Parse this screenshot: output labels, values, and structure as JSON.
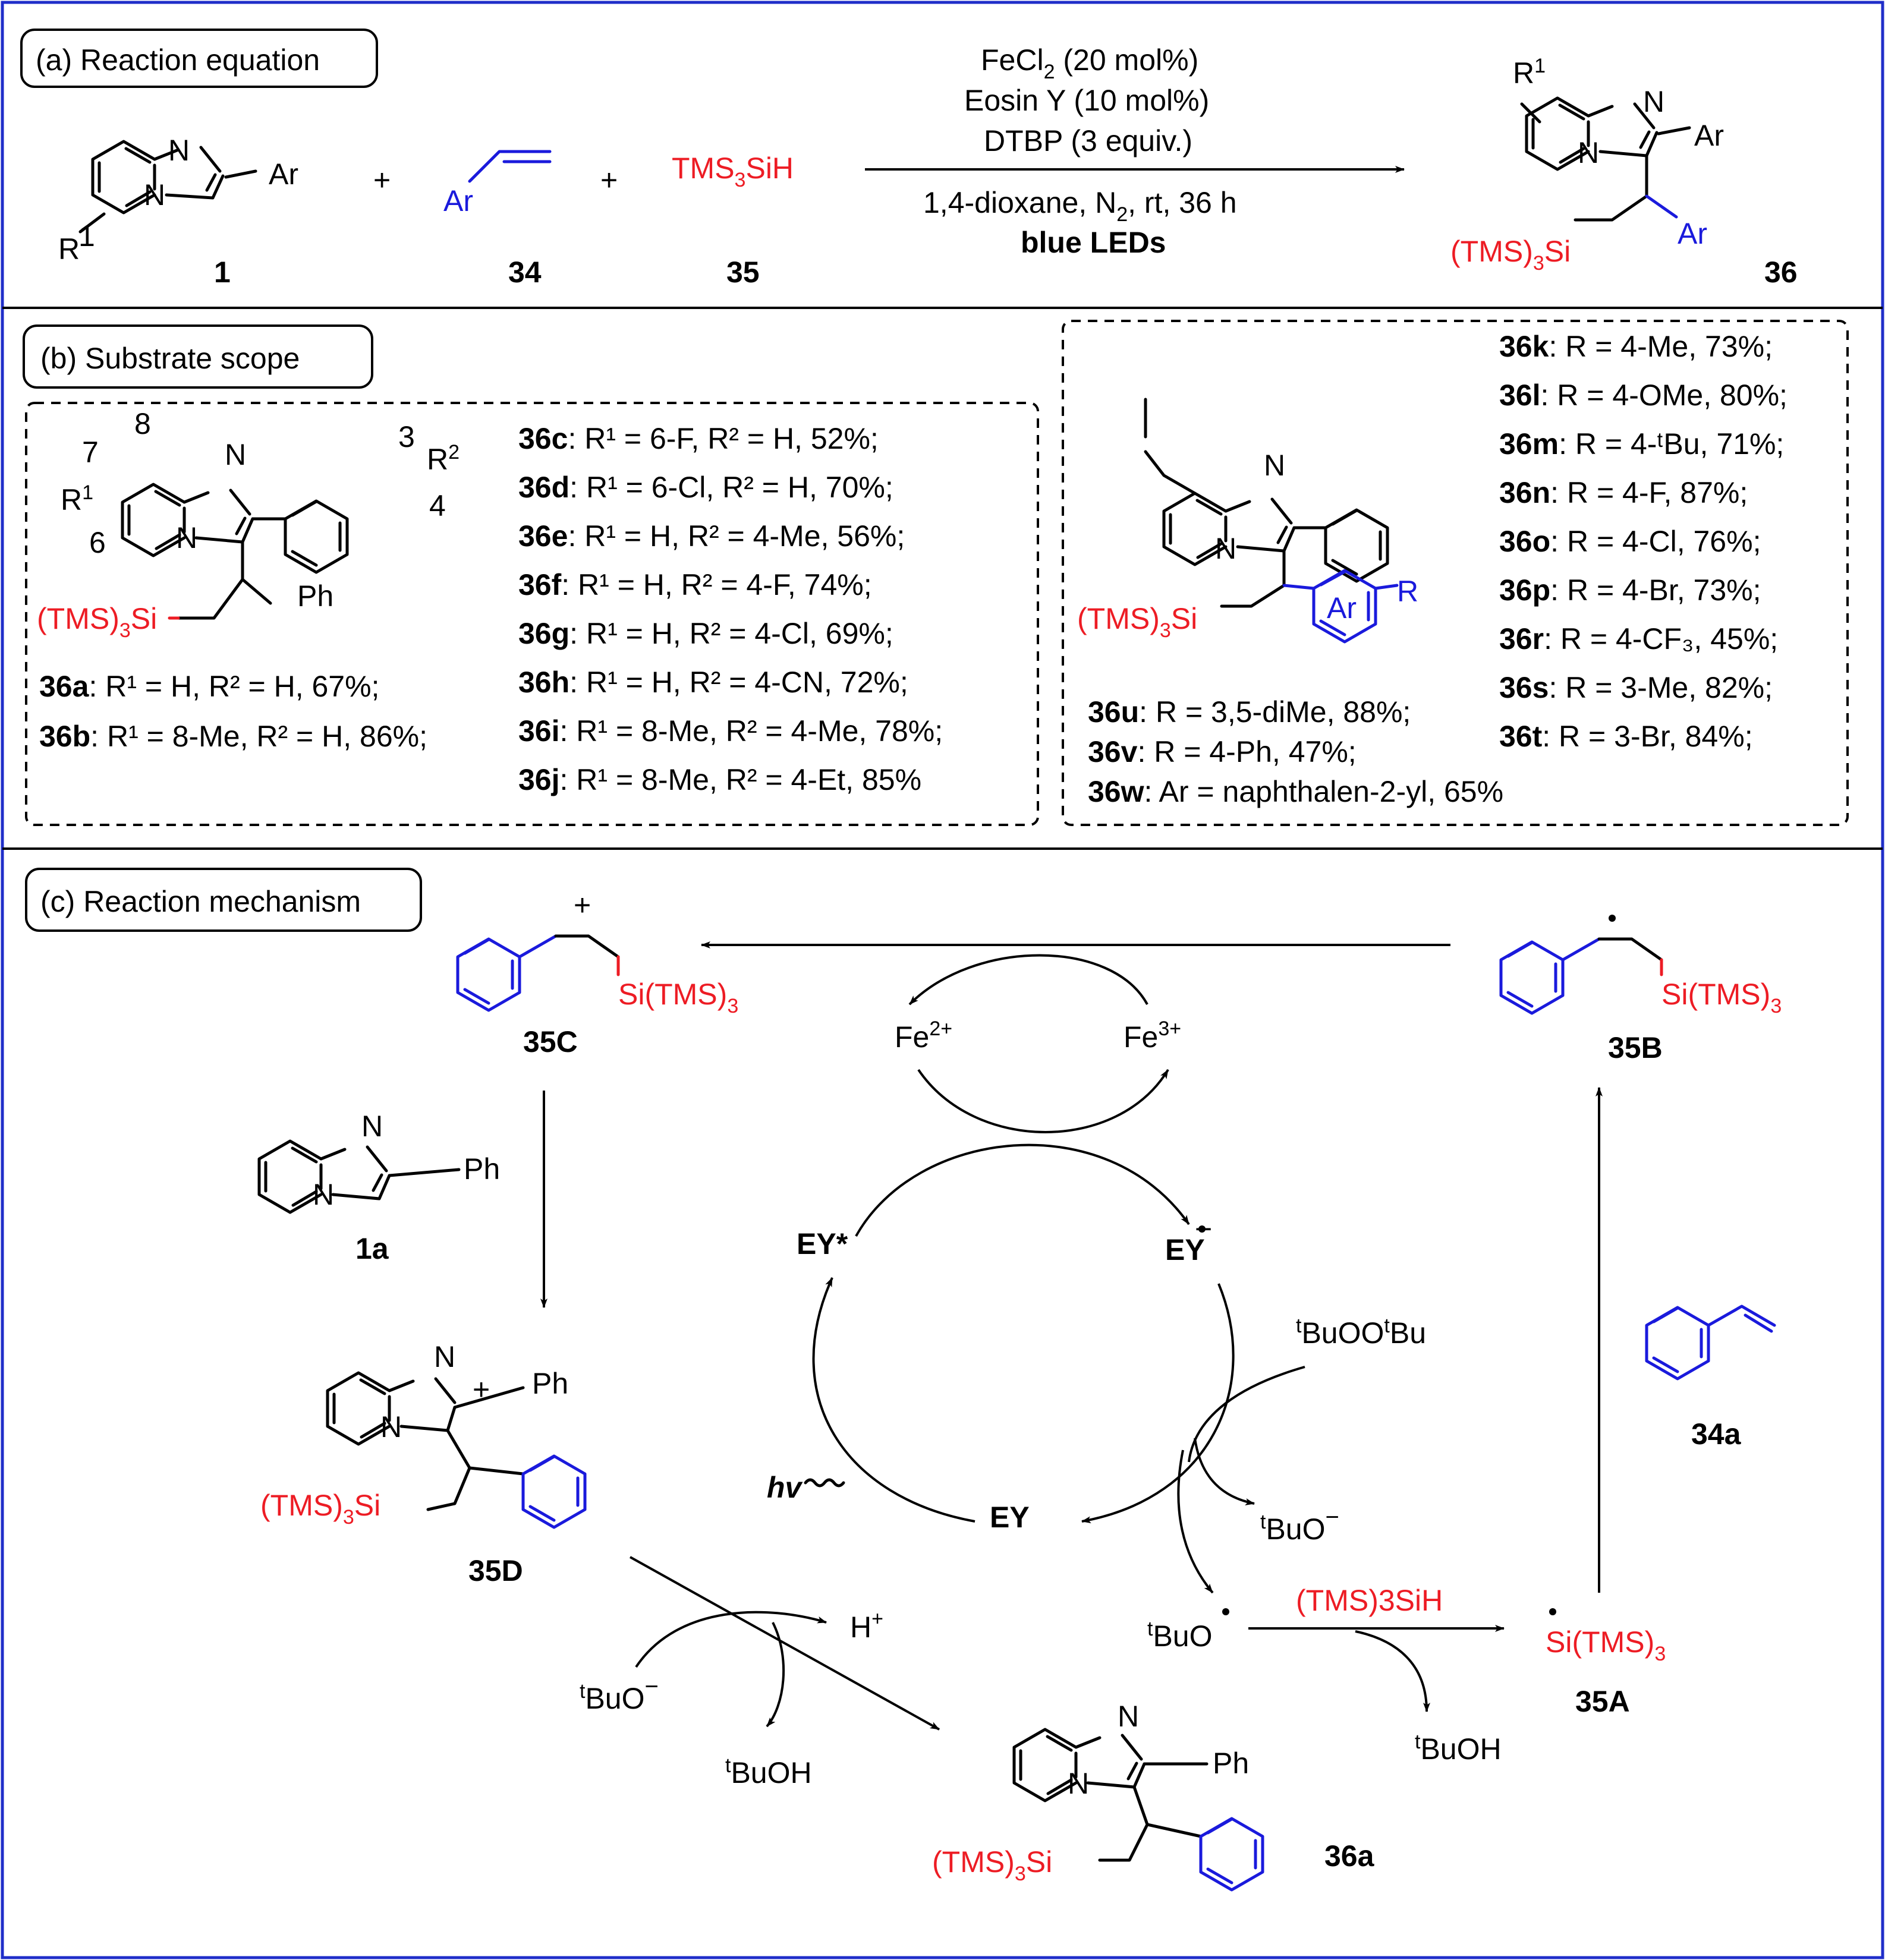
{
  "colors": {
    "frame": "#1f2ec9",
    "red": "#ed1c24",
    "blue": "#1a1adc"
  },
  "sections": {
    "a": "(a) Reaction equation",
    "b": "(b) Substrate scope",
    "c": "(c) Reaction mechanism"
  },
  "equation": {
    "c1": "1",
    "c34": "34",
    "c35": "35",
    "c36": "36",
    "ar": "Ar",
    "r1": "R",
    "sup1": "1",
    "n": "N",
    "plus": "+",
    "reagent35": "TMS3SiH",
    "reagent35_main": "TMS",
    "reagent35_sub": "3",
    "reagent35_end": "SiH",
    "cond1_a": "FeCl",
    "cond1_b": "2",
    "cond1_c": " (20 mol%)",
    "cond2": "Eosin Y (10 mol%)",
    "cond3": "DTBP (3 equiv.)",
    "cond4_a": "1,4-dioxane, N",
    "cond4_b": "2",
    "cond4_c": ", rt, 36 h",
    "cond5": "blue LEDs",
    "silyl_a": "(TMS)",
    "silyl_b": "3",
    "silyl_c": "Si"
  },
  "scope_left": {
    "pos7": "7",
    "pos8": "8",
    "pos3": "3",
    "pos4": "4",
    "pos6": "6",
    "r1": "R",
    "r2": "R",
    "sup1": "1",
    "sup2": "2",
    "n": "N",
    "ph": "Ph",
    "entries": [
      {
        "id": "36a",
        "text": ": R¹ = H, R² = H, 67%;"
      },
      {
        "id": "36b",
        "text": ": R¹ = 8-Me, R² = H, 86%;"
      }
    ],
    "entries_right": [
      {
        "id": "36c",
        "text": ": R¹ = 6-F,  R² = H, 52%;"
      },
      {
        "id": "36d",
        "text": ": R¹ = 6-Cl, R² = H, 70%;"
      },
      {
        "id": "36e",
        "text": ": R¹ = H, R² = 4-Me, 56%;"
      },
      {
        "id": "36f",
        "text": ": R¹ = H, R² = 4-F, 74%;"
      },
      {
        "id": "36g",
        "text": ": R¹ = H, R² = 4-Cl, 69%;"
      },
      {
        "id": "36h",
        "text": ": R¹ = H, R² = 4-CN, 72%;"
      },
      {
        "id": "36i",
        "text": ": R¹ = 8-Me, R² = 4-Me, 78%;"
      },
      {
        "id": "36j",
        "text": ": R¹ = 8-Me, R² = 4-Et, 85%"
      }
    ]
  },
  "scope_right": {
    "ar": "Ar",
    "r": "R",
    "n": "N",
    "entries": [
      {
        "id": "36k",
        "text": ": R = 4-Me, 73%;"
      },
      {
        "id": "36l",
        "text": ": R = 4-OMe, 80%;"
      },
      {
        "id": "36m",
        "text": ": R = 4-ᵗBu, 71%;"
      },
      {
        "id": "36n",
        "text": ": R = 4-F,  87%;"
      },
      {
        "id": "36o",
        "text": ": R = 4-Cl, 76%;"
      },
      {
        "id": "36p",
        "text": ": R = 4-Br, 73%;"
      },
      {
        "id": "36r",
        "text": ": R = 4-CF₃, 45%;"
      },
      {
        "id": "36s",
        "text": ": R = 3-Me, 82%;"
      },
      {
        "id": "36t",
        "text": ": R = 3-Br, 84%;"
      }
    ],
    "entries_bottom": [
      {
        "id": "36u",
        "text": ": R = 3,5-diMe, 88%;"
      },
      {
        "id": "36v",
        "text": ": R = 4-Ph, 47%;"
      },
      {
        "id": "36w",
        "text": ": Ar = naphthalen-2-yl, 65%"
      }
    ]
  },
  "mechanism": {
    "c35C": "35C",
    "c35B": "35B",
    "c35A": "35A",
    "c35D": "35D",
    "c1a": "1a",
    "c34a": "34a",
    "c36a": "36a",
    "si_a": "Si(TMS)",
    "si_b": "3",
    "fe2": "Fe",
    "fe2_sup": "2+",
    "fe3": "Fe",
    "fe3_sup": "3+",
    "ey_star": "EY*",
    "ey_rad": "EY",
    "ey": "EY",
    "hv": "hv",
    "dtbp_a": "t",
    "dtbp_b": "BuOO",
    "dtbp_c": "t",
    "dtbp_d": "Bu",
    "tbuo_anion": "BuO",
    "t": "t",
    "tbuo_rad": "BuO",
    "tmssih_a": "(TMS)3SiH",
    "tbuoh": "BuOH",
    "hplus": "H",
    "plus": "+",
    "minus": "−",
    "ph": "Ph",
    "n": "N"
  }
}
